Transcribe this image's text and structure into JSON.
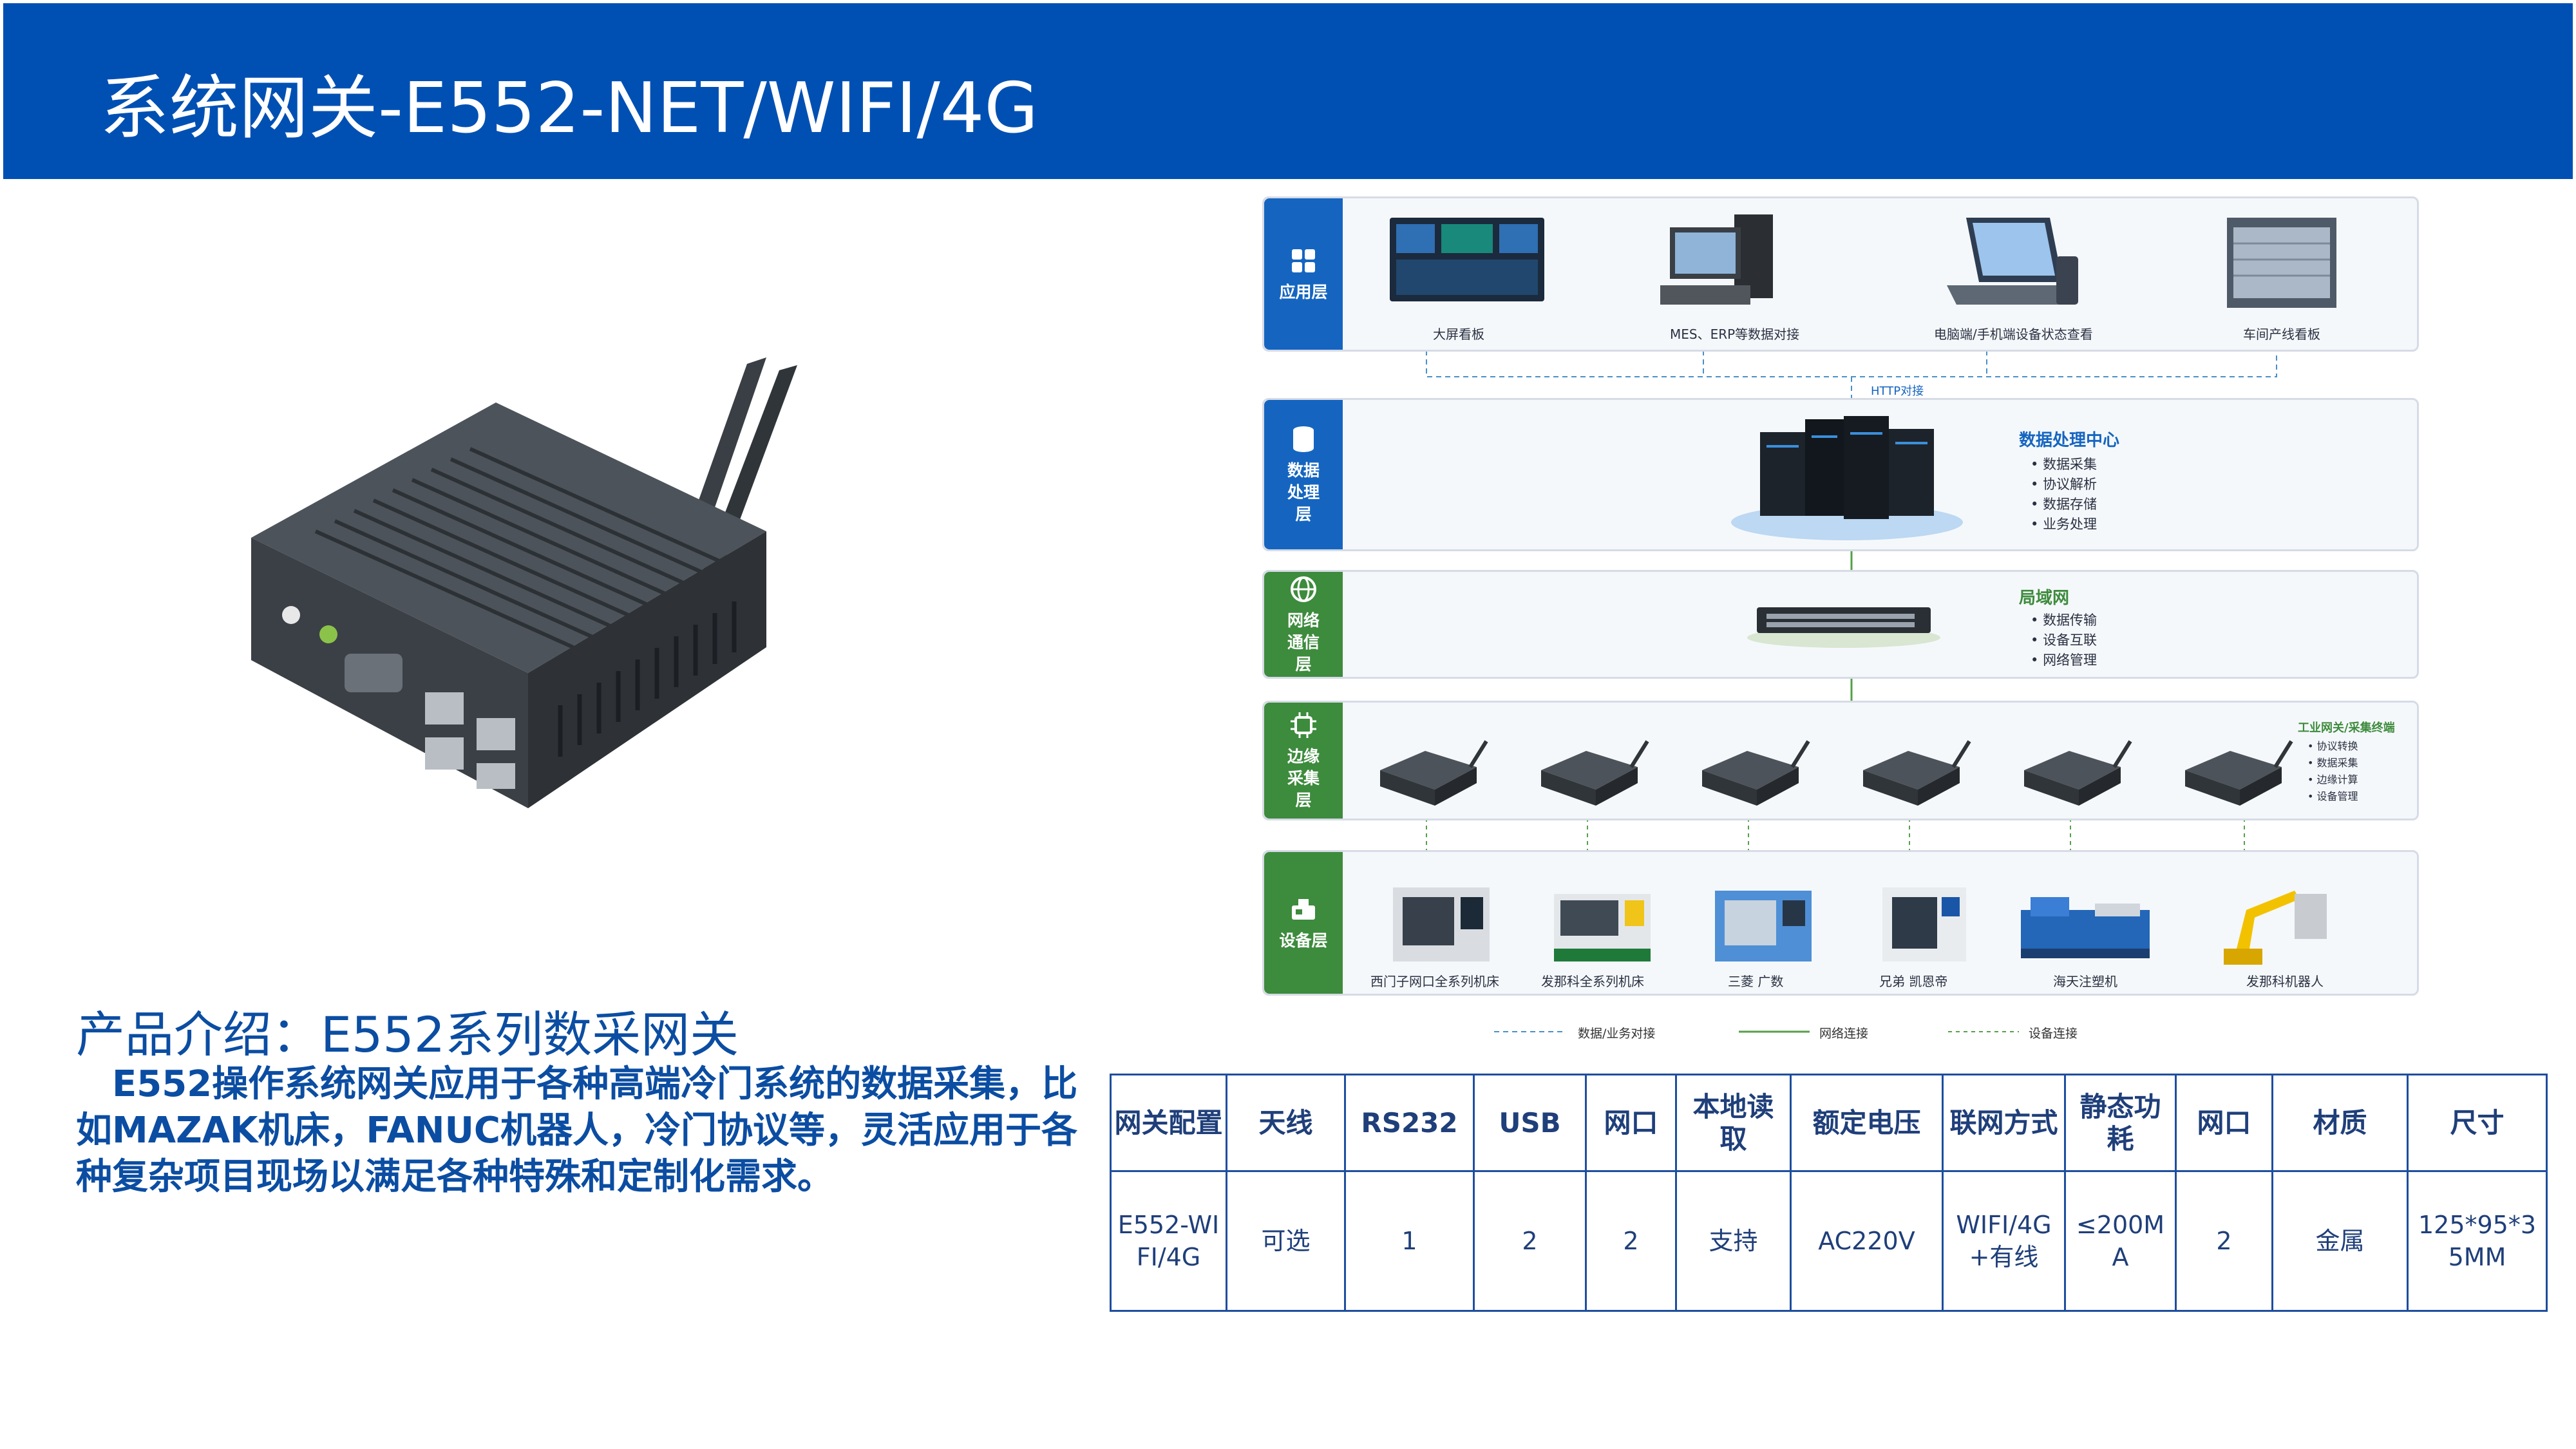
{
  "title": "系统网关-E552-NET/WIFI/4G",
  "intro": {
    "heading": "产品介绍：E552系列数采网关",
    "body": "E552操作系统网关应用于各种高端冷门系统的数据采集，比如MAZAK机床，FANUC机器人，冷门协议等，灵活应用于各种复杂项目现场以满足各种特殊和定制化需求。"
  },
  "diagram": {
    "layers": {
      "app": "应用层",
      "data": "数据处理层",
      "net": "网络通信层",
      "edge": "边缘采集层",
      "device": "设备层"
    },
    "app_items": [
      "大屏看板",
      "MES、ERP等数据对接",
      "电脑端/手机端设备状态查看",
      "车间产线看板"
    ],
    "http_label": "HTTP对接",
    "data_center": {
      "title": "数据处理中心",
      "items": [
        "数据采集",
        "协议解析",
        "数据存储",
        "业务处理"
      ]
    },
    "lan": {
      "title": "局域网",
      "items": [
        "数据传输",
        "设备互联",
        "网络管理"
      ]
    },
    "edge_terminal": {
      "title": "工业网关/采集终端",
      "items": [
        "协议转换",
        "数据采集",
        "边缘计算",
        "设备管理"
      ]
    },
    "devices": [
      "西门子网口全系列机床",
      "发那科全系列机床",
      "三菱 广数",
      "兄弟 凯恩帝",
      "海天注塑机",
      "发那科机器人"
    ],
    "legend": [
      "数据/业务对接",
      "网络连接",
      "设备连接"
    ],
    "colors": {
      "blue": "#1565c0",
      "green": "#3d8b3d"
    }
  },
  "spec_table": {
    "headers": [
      "网关配置",
      "天线",
      "RS232",
      "USB",
      "网口",
      "本地读取",
      "额定电压",
      "联网方式",
      "静态功耗",
      "网口",
      "材质",
      "尺寸"
    ],
    "row": [
      "E552-WIFI/4G",
      "可选",
      "1",
      "2",
      "2",
      "支持",
      "AC220V",
      "WIFI/4G+有线",
      "≤200MA",
      "2",
      "金属",
      "125*95*35MM"
    ]
  }
}
